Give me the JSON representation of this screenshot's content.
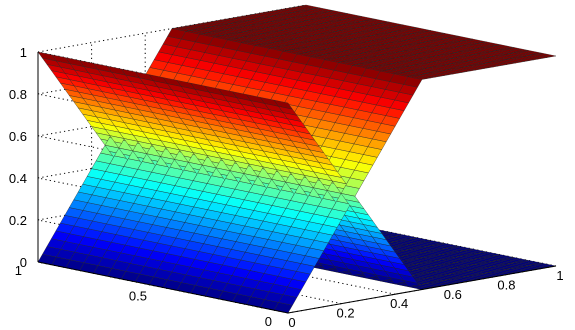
{
  "chart_data": {
    "type": "surface3d",
    "title": "",
    "xlabel": "",
    "ylabel": "",
    "zlabel": "",
    "xlim": [
      0,
      1
    ],
    "ylim": [
      0,
      1
    ],
    "zlim": [
      0,
      1
    ],
    "x_ticks": [
      "0",
      "0.2",
      "0.4",
      "0.6",
      "0.8",
      "1"
    ],
    "y_ticks": [
      "0",
      "0.5",
      "1"
    ],
    "z_ticks": [
      "0",
      "0.2",
      "0.4",
      "0.6",
      "0.8",
      "1"
    ],
    "grid": true,
    "colormap": "jet",
    "surfaces": [
      {
        "description": "rising surface",
        "x": [
          0,
          0.25,
          0.5,
          0.75,
          1
        ],
        "y": [
          0,
          0.5,
          1
        ],
        "z_rows": [
          [
            0,
            0.5,
            1,
            1,
            1
          ],
          [
            0,
            0.5,
            1,
            1,
            1
          ],
          [
            0,
            0.5,
            1,
            1,
            1
          ]
        ]
      },
      {
        "description": "falling surface",
        "x": [
          0,
          0.25,
          0.5,
          0.75,
          1
        ],
        "y": [
          0,
          0.5,
          1
        ],
        "z_rows": [
          [
            1,
            0.5,
            0,
            0,
            0
          ],
          [
            1,
            0.5,
            0,
            0,
            0
          ],
          [
            1,
            0.5,
            0,
            0,
            0
          ]
        ]
      }
    ],
    "colors": {
      "grid": "#000000",
      "background": "#ffffff"
    }
  }
}
